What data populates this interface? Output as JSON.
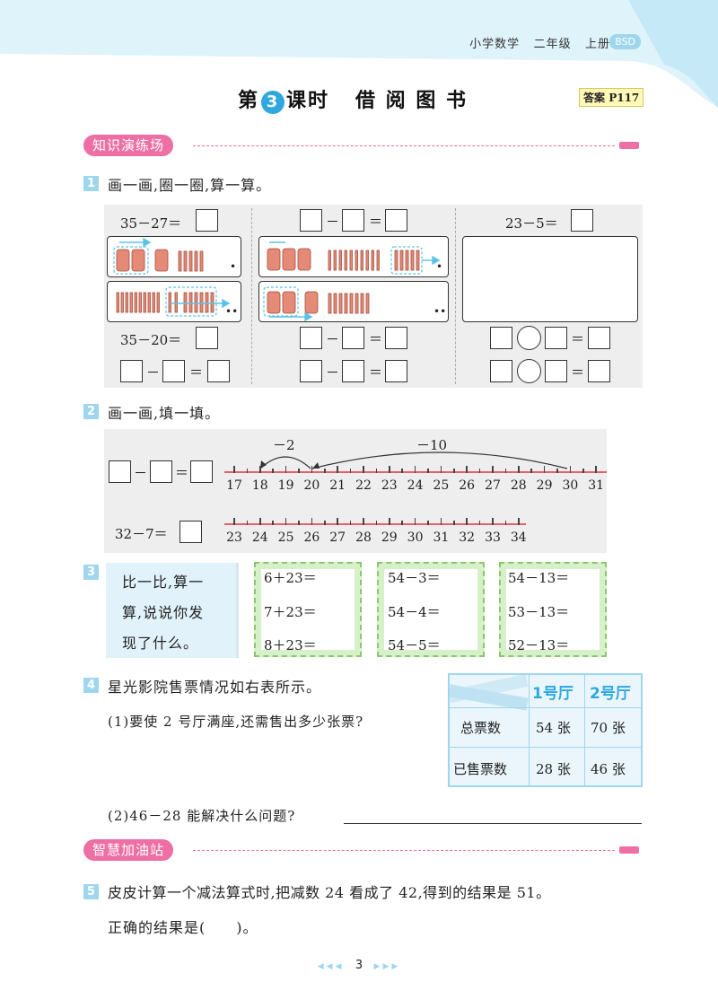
{
  "header": {
    "subject": "小学数学",
    "grade": "二年级",
    "volume": "上册",
    "edition": "BSD"
  },
  "title": {
    "prefix": "第",
    "lesson_number": "3",
    "suffix": "课时",
    "name": "借 阅 图 书"
  },
  "answer_ref": {
    "label": "答案",
    "page": "P117"
  },
  "sections": {
    "practice": "知识演练场",
    "challenge": "智慧加油站"
  },
  "q1": {
    "number": "1",
    "prompt": "画一画,圈一圈,算一算。",
    "col1_top": "35－27＝",
    "col1_mid": "35－20＝",
    "col3_top": "23－5＝",
    "minus": "－",
    "equals": "＝",
    "dot1": "•",
    "dot2": "••"
  },
  "q2": {
    "number": "2",
    "prompt": "画一画,填一填。",
    "jump_small": "－2",
    "jump_large": "－10",
    "line1_labels": [
      "17",
      "18",
      "19",
      "20",
      "21",
      "22",
      "23",
      "24",
      "25",
      "26",
      "27",
      "28",
      "29",
      "30",
      "31"
    ],
    "eq2": "32－7＝",
    "line2_labels": [
      "23",
      "24",
      "25",
      "26",
      "27",
      "28",
      "29",
      "30",
      "31",
      "32",
      "33",
      "34"
    ]
  },
  "q3": {
    "number": "3",
    "note_lines": [
      "比一比,算一",
      "算,说说你发",
      "现了什么。"
    ],
    "groups": [
      [
        "6＋23＝",
        "7＋23＝",
        "8＋23＝"
      ],
      [
        "54－3＝",
        "54－4＝",
        "54－5＝"
      ],
      [
        "54－13＝",
        "53－13＝",
        "52－13＝"
      ]
    ]
  },
  "q4": {
    "number": "4",
    "prompt": "星光影院售票情况如右表所示。",
    "sub1": "(1)要使 2 号厅满座,还需售出多少张票?",
    "sub2": "(2)46－28 能解决什么问题?",
    "table": {
      "headers": [
        "",
        "1号厅",
        "2号厅"
      ],
      "rows": [
        [
          "总票数",
          "54 张",
          "70 张"
        ],
        [
          "已售票数",
          "28 张",
          "46 张"
        ]
      ]
    }
  },
  "q5": {
    "number": "5",
    "line1": "皮皮计算一个减法算式时,把减数 24 看成了 42,得到的结果是 51。",
    "line2": "正确的结果是(　　)。"
  },
  "footer": {
    "left_arrows": "◀◀◀",
    "page": "3",
    "right_arrows": "▶▶▶"
  },
  "colors": {
    "accent_blue": "#2fa8e0",
    "light_blue": "#9fd6ee",
    "pink": "#ee6fa4",
    "green": "#8cc76e"
  }
}
